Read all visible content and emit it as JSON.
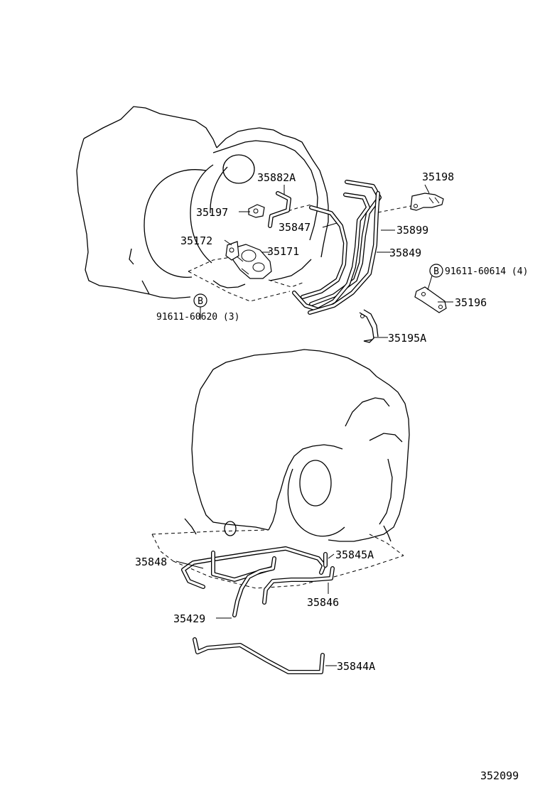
{
  "diagram": {
    "footer_code": "352099",
    "bolt_symbol": "B",
    "labels": {
      "p35198": "35198",
      "p35882a": "35882A",
      "p35197": "35197",
      "p35847": "35847",
      "p35899": "35899",
      "p35172": "35172",
      "p35171": "35171",
      "p35849": "35849",
      "p91611_60614": "91611-60614 (4)",
      "p35196": "35196",
      "p91611_60620": "91611-60620 (3)",
      "p35195a": "35195A",
      "p35848": "35848",
      "p35845a": "35845A",
      "p35846": "35846",
      "p35429": "35429",
      "p35844a": "35844A"
    }
  }
}
